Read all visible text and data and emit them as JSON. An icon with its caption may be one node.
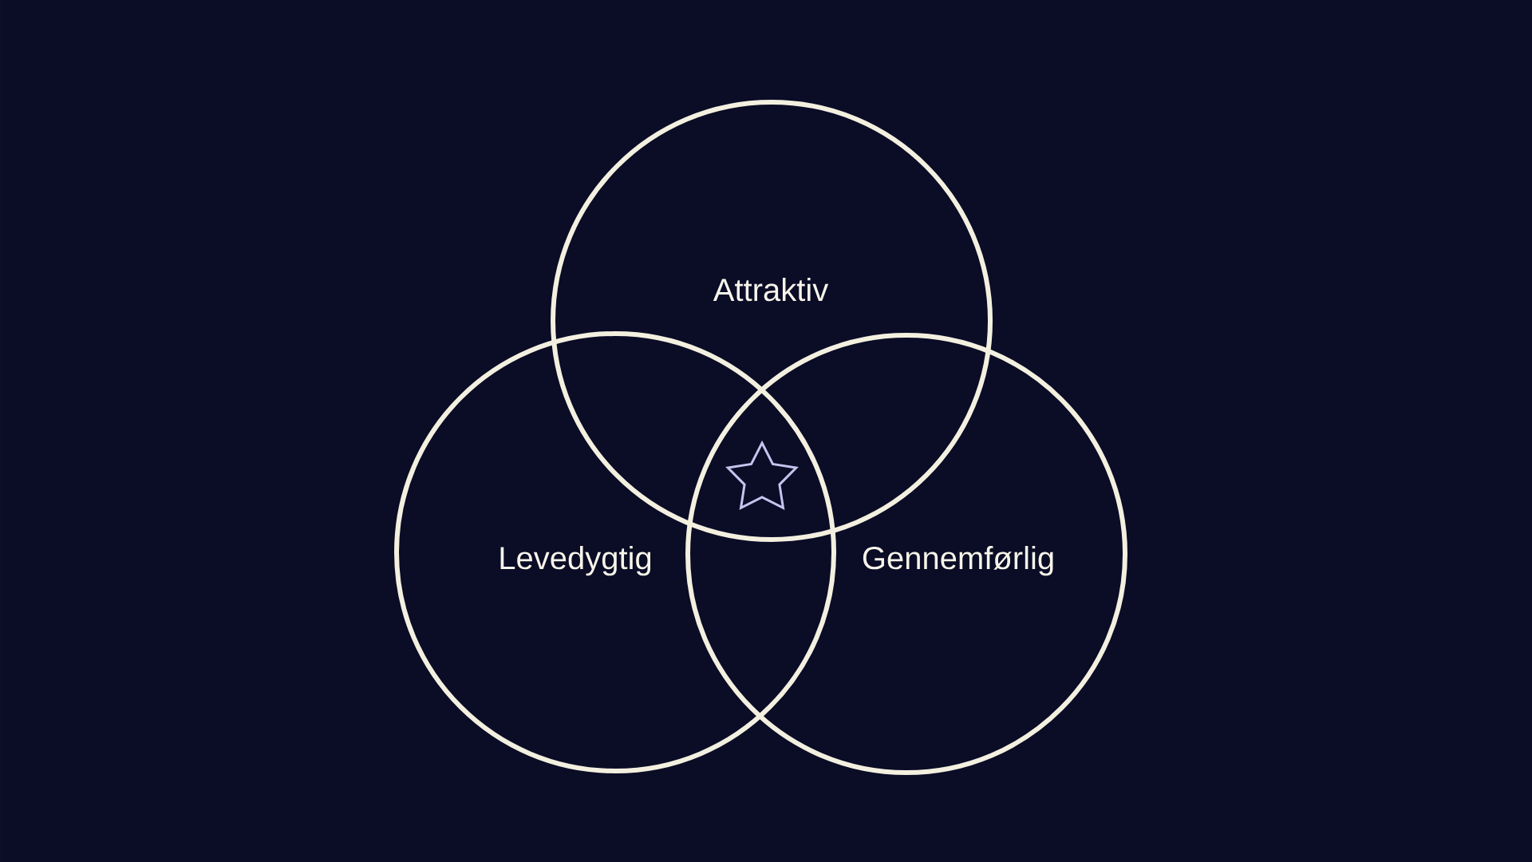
{
  "diagram": {
    "nodes": [
      {
        "text": [
          "Attraktiv"
        ]
      },
      {
        "text": [
          "Levedygtig"
        ]
      },
      {
        "text": [
          "Gennemførlig"
        ]
      }
    ]
  }
}
